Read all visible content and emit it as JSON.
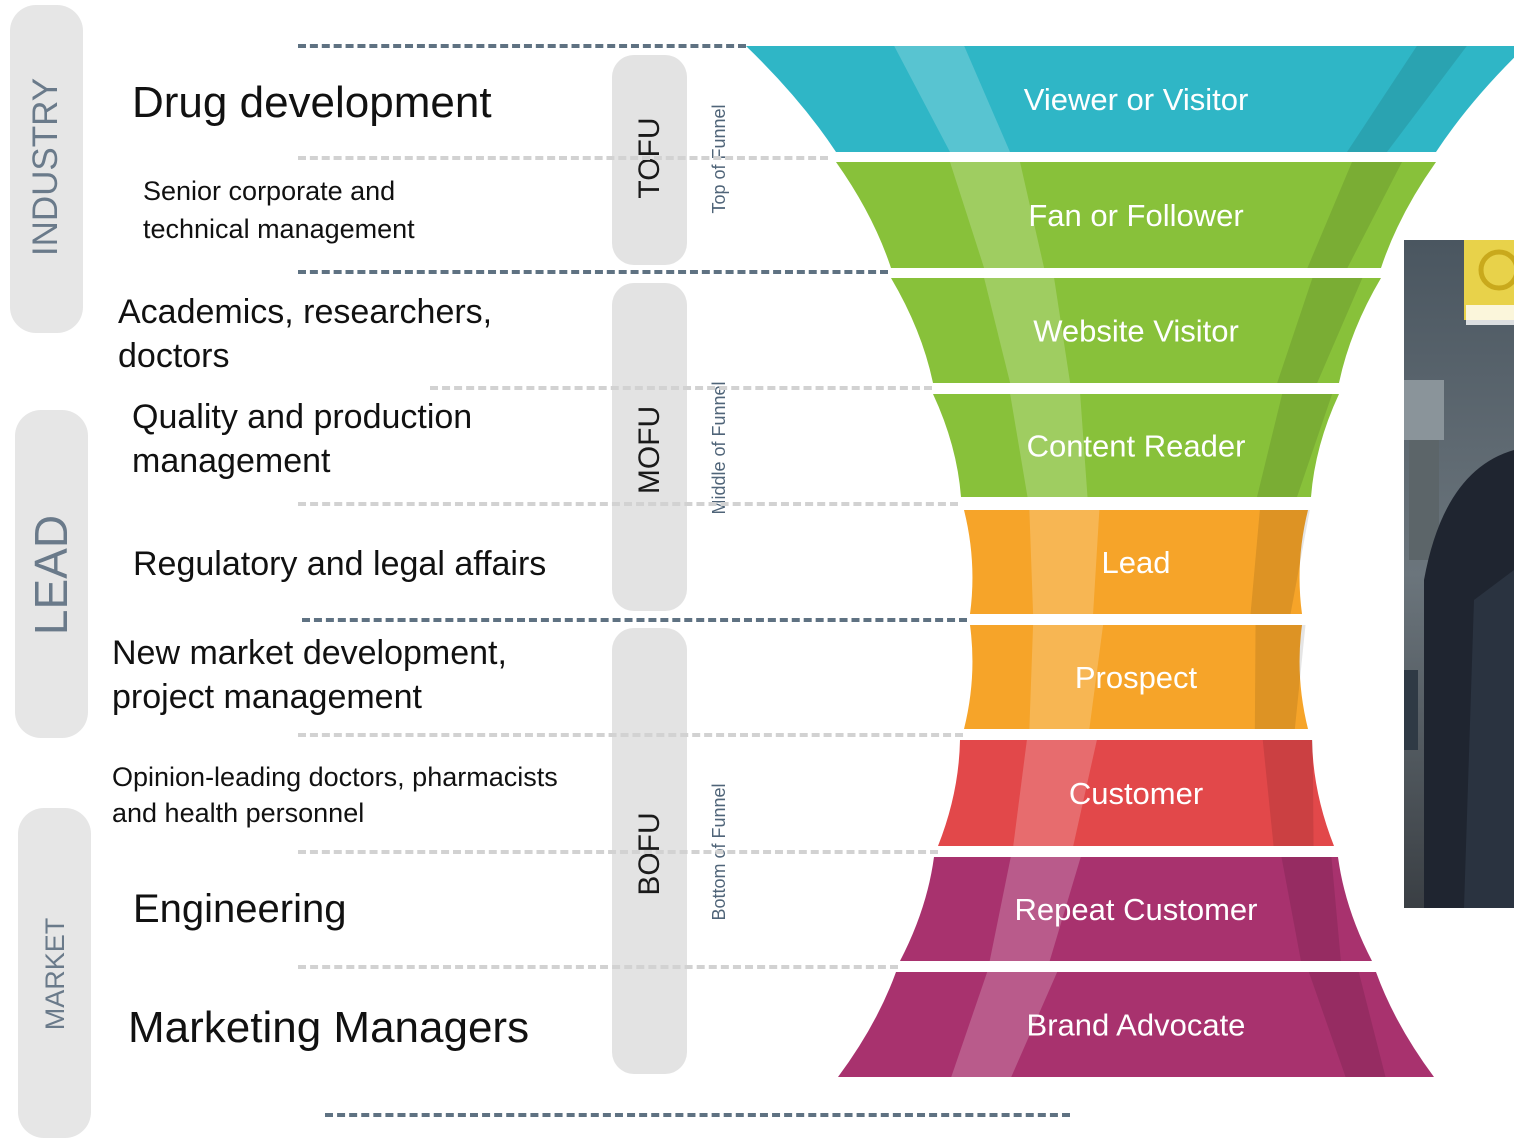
{
  "side_labels": {
    "industry": "INDUSTRY",
    "lead": "LEAD",
    "market": "MARKET"
  },
  "stages": {
    "tofu": {
      "abbr": "TOFU",
      "full": "Top of Funnel"
    },
    "mofu": {
      "abbr": "MOFU",
      "full": "Middle of Funnel"
    },
    "bofu": {
      "abbr": "BOFU",
      "full": "Bottom of Funnel"
    }
  },
  "audiences": [
    {
      "text": "Drug development"
    },
    {
      "text": "Senior corporate and technical management"
    },
    {
      "text": "Academics, researchers, doctors"
    },
    {
      "text": "Quality and production management"
    },
    {
      "text": "Regulatory and legal affairs"
    },
    {
      "text": "New market development, project management"
    },
    {
      "text": "Opinion-leading doctors, pharmacists and health personnel"
    },
    {
      "text": "Engineering"
    },
    {
      "text": "Marketing Managers"
    }
  ],
  "funnel_segments": [
    {
      "label": "Viewer or Visitor",
      "color": "#2fb6c6"
    },
    {
      "label": "Fan or Follower",
      "color": "#88c13a"
    },
    {
      "label": "Website Visitor",
      "color": "#88c13a"
    },
    {
      "label": "Content Reader",
      "color": "#88c13a"
    },
    {
      "label": "Lead",
      "color": "#f6a429"
    },
    {
      "label": "Prospect",
      "color": "#f6a429"
    },
    {
      "label": "Customer",
      "color": "#e2484a"
    },
    {
      "label": "Repeat Customer",
      "color": "#a8326e"
    },
    {
      "label": "Brand Advocate",
      "color": "#a8326e"
    }
  ],
  "colors": {
    "pill": "#e4e4e4",
    "dash_dark": "#5f7282",
    "dash_light": "#d2d2d2",
    "side_text": "#6a7a8a"
  }
}
